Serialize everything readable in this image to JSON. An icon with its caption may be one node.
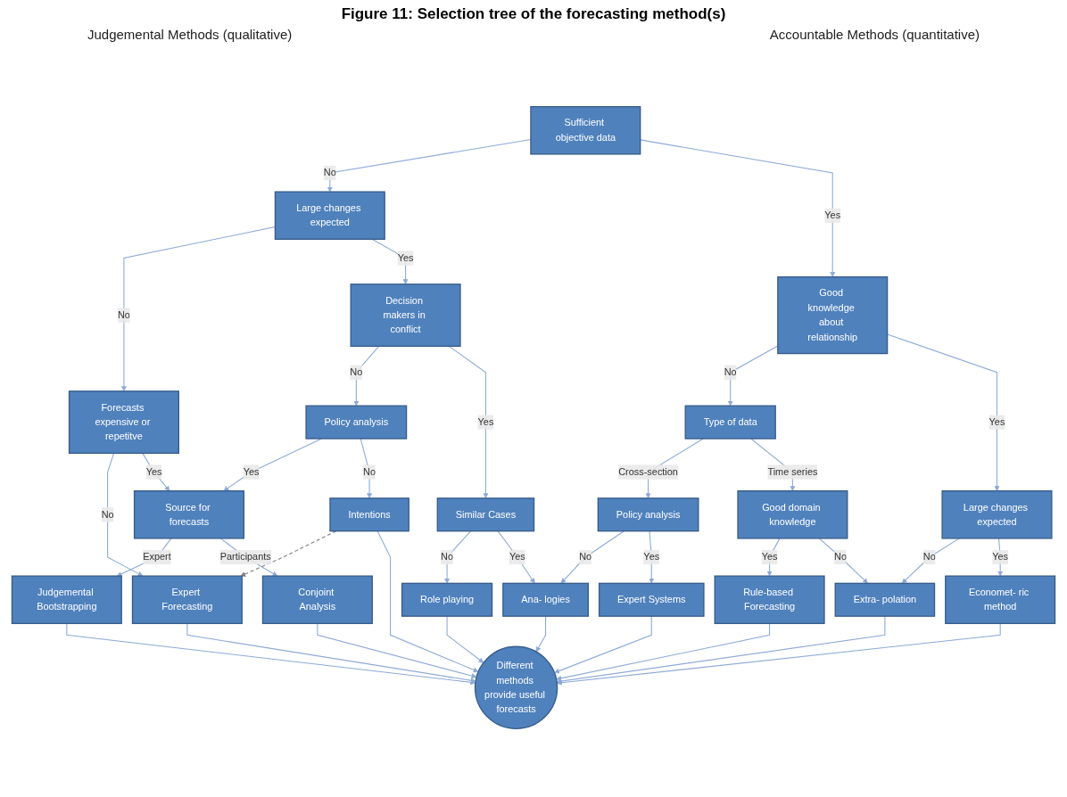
{
  "diagram": {
    "title": "Figure 11: Selection tree of the forecasting method(s)",
    "nodes": [
      {
        "text": [
          "Sufficient objective data"
        ]
      },
      {
        "text": [
          "Large changes expected"
        ]
      },
      {
        "text": [
          "Good knowledge about relationship"
        ]
      },
      {
        "text": [
          "Forecasts expensive or repetitve"
        ]
      },
      {
        "text": [
          "Decision makers in conflict"
        ]
      },
      {
        "text": [
          "Type of data"
        ]
      },
      {
        "text": [
          "Large changes expected"
        ]
      },
      {
        "text": [
          "Policy analysis"
        ]
      },
      {
        "text": [
          "Similar Cases"
        ]
      },
      {
        "text": [
          "Source for forecasts"
        ]
      },
      {
        "text": [
          "Policy analysis"
        ]
      },
      {
        "text": [
          "Good domain knowledge"
        ]
      },
      {
        "text": [
          "Expert Forecasting"
        ]
      },
      {
        "text": [
          "Judgemental Bootstrapping"
        ]
      },
      {
        "text": [
          "Conjoint Analysis"
        ]
      },
      {
        "text": [
          "Intentions"
        ]
      },
      {
        "text": [
          "Role playing"
        ]
      },
      {
        "text": [
          "Ana- logies"
        ]
      },
      {
        "text": [
          "Expert Systems"
        ]
      },
      {
        "text": [
          "Rule-based Forecasting"
        ]
      },
      {
        "text": [
          "Extra- polation"
        ]
      },
      {
        "text": [
          "Economet- ric method"
        ]
      },
      {
        "text": [
          "Different methods provide useful forecasts"
        ]
      }
    ],
    "edges": [
      {
        "from": 0,
        "to": 1,
        "arrow": "to",
        "label": "No"
      },
      {
        "from": 0,
        "to": 2,
        "arrow": "to",
        "label": "Yes"
      },
      {
        "from": 1,
        "to": 3,
        "arrow": "to",
        "label": "No"
      },
      {
        "from": 1,
        "to": 4,
        "arrow": "to",
        "label": "Yes"
      },
      {
        "from": 2,
        "to": 5,
        "arrow": "to",
        "label": "No"
      },
      {
        "from": 2,
        "to": 6,
        "arrow": "to",
        "label": "Yes"
      },
      {
        "from": 3,
        "to": 12,
        "arrow": "to",
        "label": "No"
      },
      {
        "from": 3,
        "to": 9,
        "arrow": "to",
        "label": "Yes"
      },
      {
        "from": 4,
        "to": 7,
        "arrow": "to",
        "label": "No"
      },
      {
        "from": 4,
        "to": 8,
        "arrow": "to",
        "label": "Yes"
      },
      {
        "from": 5,
        "to": 10,
        "arrow": "to",
        "label": "Cross-section"
      },
      {
        "from": 5,
        "to": 11,
        "arrow": "to",
        "label": "Time series"
      },
      {
        "from": 6,
        "to": 20,
        "arrow": "to",
        "label": "No"
      },
      {
        "from": 6,
        "to": 21,
        "arrow": "to",
        "label": "Yes"
      },
      {
        "from": 7,
        "to": 9,
        "arrow": "to",
        "label": "Yes"
      },
      {
        "from": 7,
        "to": 15,
        "arrow": "to",
        "label": "No"
      },
      {
        "from": 8,
        "to": 16,
        "arrow": "to",
        "label": "No"
      },
      {
        "from": 8,
        "to": 17,
        "arrow": "to",
        "label": "Yes"
      },
      {
        "from": 9,
        "to": 13,
        "arrow": "to",
        "label": "Expert"
      },
      {
        "from": 9,
        "to": 14,
        "arrow": "to",
        "label": "Participants"
      },
      {
        "from": 10,
        "to": 17,
        "arrow": "to",
        "label": "No"
      },
      {
        "from": 10,
        "to": 18,
        "arrow": "to",
        "label": "Yes"
      },
      {
        "from": 11,
        "to": 19,
        "arrow": "to",
        "label": "Yes"
      },
      {
        "from": 11,
        "to": 20,
        "arrow": "to",
        "label": "No"
      },
      {
        "from": 15,
        "to": 12,
        "arrow": "to",
        "style": "dashed",
        "color": "#7f7f7f"
      },
      {
        "from": 12,
        "to": 22,
        "arrow": "to"
      },
      {
        "from": 13,
        "to": 22,
        "arrow": "to"
      },
      {
        "from": 14,
        "to": 22,
        "arrow": "to"
      },
      {
        "from": 15,
        "to": 22,
        "arrow": "to"
      },
      {
        "from": 16,
        "to": 22,
        "arrow": "to"
      },
      {
        "from": 17,
        "to": 22,
        "arrow": "to"
      },
      {
        "from": 18,
        "to": 22,
        "arrow": "to"
      },
      {
        "from": 19,
        "to": 22,
        "arrow": "to"
      },
      {
        "from": 20,
        "to": 22,
        "arrow": "to"
      },
      {
        "from": 21,
        "to": 22,
        "arrow": "to"
      }
    ],
    "labels": [
      "Judgemental Methods (qualitative)",
      "Accountable Methods (quantitative)"
    ]
  }
}
